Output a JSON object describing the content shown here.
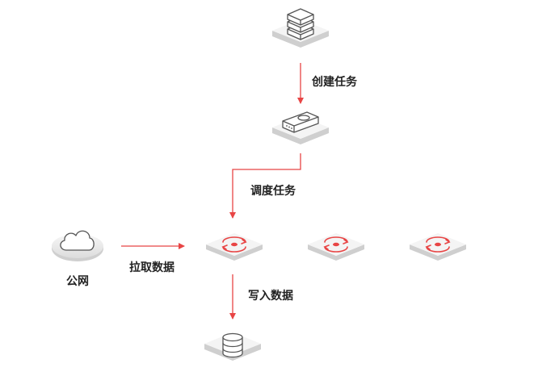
{
  "steps": {
    "create_task": "创建任务",
    "schedule_task": "调度任务",
    "pull_data": "拉取数据",
    "write_data": "写入数据"
  },
  "nodes": {
    "public_network": "公网"
  },
  "icons": {
    "top": "layered-stack-icon",
    "scheduler": "server-box-icon",
    "workers": "sync-worker-icon",
    "cloud": "cloud-icon",
    "database": "database-icon"
  },
  "colors": {
    "arrow": "#e84545",
    "tile_top": "#f4f4f4",
    "tile_side": "#cfcfcf",
    "icon_stroke": "#555555"
  }
}
